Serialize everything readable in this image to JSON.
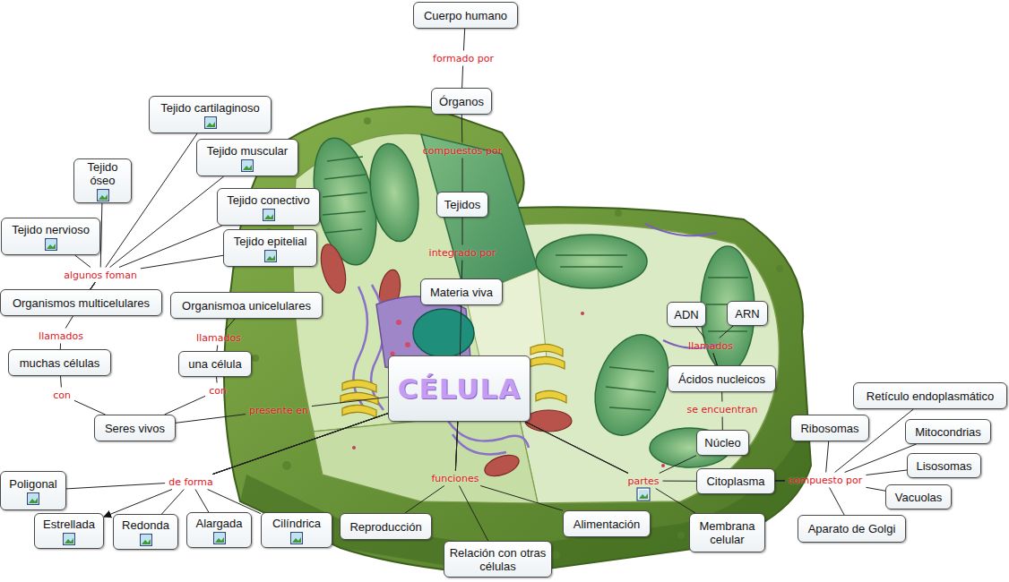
{
  "diagram": {
    "nodes": [
      {
        "text": [
          "Cuerpo humano"
        ]
      },
      {
        "text": [
          "Órganos"
        ]
      },
      {
        "text": [
          "Tejidos"
        ]
      },
      {
        "text": [
          "Materia viva"
        ]
      },
      {
        "text": [
          "Tejido cartilaginoso"
        ]
      },
      {
        "text": [
          "Tejido muscular"
        ]
      },
      {
        "text": [
          "Tejido óseo"
        ]
      },
      {
        "text": [
          "Tejido conectivo"
        ]
      },
      {
        "text": [
          "Tejido nervioso"
        ]
      },
      {
        "text": [
          "Tejido epitelial"
        ]
      },
      {
        "text": [
          "Organismos multicelulares"
        ]
      },
      {
        "text": [
          "Organismoa unicelulares"
        ]
      },
      {
        "text": [
          "ADN"
        ]
      },
      {
        "text": [
          "ARN"
        ]
      },
      {
        "text": [
          "muchas células"
        ]
      },
      {
        "text": [
          "una célula"
        ]
      },
      {
        "text": [
          "CÉLULA"
        ]
      },
      {
        "text": [
          "Ácidos nucleicos"
        ]
      },
      {
        "text": [
          "Retículo endoplasmático"
        ]
      },
      {
        "text": [
          "Seres vivos"
        ]
      },
      {
        "text": [
          "Ribosomas"
        ]
      },
      {
        "text": [
          "Mitocondrias"
        ]
      },
      {
        "text": [
          "Núcleo"
        ]
      },
      {
        "text": [
          "Lisosomas"
        ]
      },
      {
        "text": [
          "Poligonal"
        ]
      },
      {
        "text": [
          "Citoplasma"
        ]
      },
      {
        "text": [
          "Vacuolas"
        ]
      },
      {
        "text": [
          "Estrellada"
        ]
      },
      {
        "text": [
          "Redonda"
        ]
      },
      {
        "text": [
          "Alargada"
        ]
      },
      {
        "text": [
          "Cilíndrica"
        ]
      },
      {
        "text": [
          "Reproducción"
        ]
      },
      {
        "text": [
          "Alimentación"
        ]
      },
      {
        "text": [
          "Membrana celular"
        ]
      },
      {
        "text": [
          "Aparato de Golgi"
        ]
      },
      {
        "text": [
          "Relación con otras células"
        ]
      }
    ],
    "edges": [
      {
        "from": 0,
        "to": 1,
        "arrow": "none",
        "label": "formado por"
      },
      {
        "from": 1,
        "to": 2,
        "arrow": "none",
        "label": "compuestos por"
      },
      {
        "from": 2,
        "to": 3,
        "arrow": "none",
        "label": "integrado por"
      },
      {
        "from": 3,
        "to": 16,
        "arrow": "none"
      },
      {
        "from": 10,
        "to": 8,
        "arrow": "none",
        "label": "algunos foman"
      },
      {
        "from": 10,
        "to": 6,
        "arrow": "none"
      },
      {
        "from": 10,
        "to": 4,
        "arrow": "none"
      },
      {
        "from": 10,
        "to": 5,
        "arrow": "none"
      },
      {
        "from": 10,
        "to": 7,
        "arrow": "none"
      },
      {
        "from": 10,
        "to": 9,
        "arrow": "none"
      },
      {
        "from": 10,
        "to": 14,
        "arrow": "none",
        "label": "llamados"
      },
      {
        "from": 11,
        "to": 15,
        "arrow": "none",
        "label": "llamados"
      },
      {
        "from": 14,
        "to": 19,
        "arrow": "none",
        "label": "con"
      },
      {
        "from": 15,
        "to": 19,
        "arrow": "none",
        "label": "con"
      },
      {
        "from": 19,
        "to": 16,
        "arrow": "none",
        "label": "presente en"
      },
      {
        "from": 16,
        "to": 24,
        "arrow": "none",
        "label": "de forma"
      },
      {
        "from": 16,
        "to": 27,
        "arrow": "to"
      },
      {
        "from": 16,
        "to": 28,
        "arrow": "none"
      },
      {
        "from": 16,
        "to": 29,
        "arrow": "none"
      },
      {
        "from": 16,
        "to": 30,
        "arrow": "none"
      },
      {
        "from": 16,
        "to": 31,
        "arrow": "none",
        "label": "funciones"
      },
      {
        "from": 16,
        "to": 35,
        "arrow": "none"
      },
      {
        "from": 16,
        "to": 32,
        "arrow": "none"
      },
      {
        "from": 16,
        "to": 22,
        "arrow": "none",
        "label": "partes"
      },
      {
        "from": 16,
        "to": 25,
        "arrow": "none"
      },
      {
        "from": 16,
        "to": 33,
        "arrow": "none"
      },
      {
        "from": 17,
        "to": 22,
        "arrow": "none",
        "label": "se encuentran"
      },
      {
        "from": 17,
        "to": 12,
        "arrow": "none",
        "label": "llamados"
      },
      {
        "from": 17,
        "to": 13,
        "arrow": "none"
      },
      {
        "from": 25,
        "to": 20,
        "arrow": "none",
        "label": "compuesto por"
      },
      {
        "from": 25,
        "to": 18,
        "arrow": "none"
      },
      {
        "from": 25,
        "to": 21,
        "arrow": "none"
      },
      {
        "from": 25,
        "to": 23,
        "arrow": "none"
      },
      {
        "from": 25,
        "to": 26,
        "arrow": "none"
      },
      {
        "from": 25,
        "to": 34,
        "arrow": "none"
      }
    ]
  }
}
